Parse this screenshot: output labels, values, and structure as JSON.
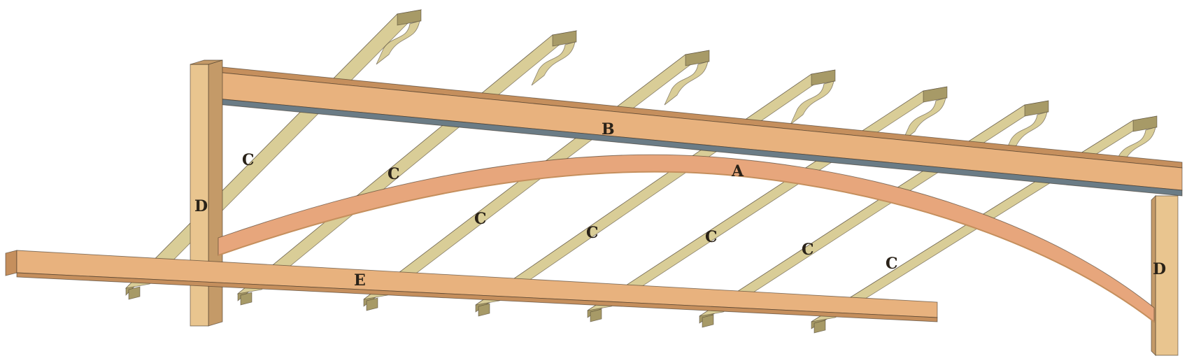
{
  "parts": {
    "arch": "A",
    "top_beam": "B",
    "rafter": "C",
    "post": "D",
    "bottom_beam": "E"
  },
  "colors": {
    "rafter_face": "#d9cd97",
    "rafter_side": "#a79a67",
    "beam_face": "#e8b27e",
    "beam_side": "#c58f5d",
    "arch_face": "#e7a67c",
    "post_face": "#e9c58f",
    "post_side": "#c49a68",
    "shadow": "#6b7c86",
    "ink": "#3b2f22"
  }
}
